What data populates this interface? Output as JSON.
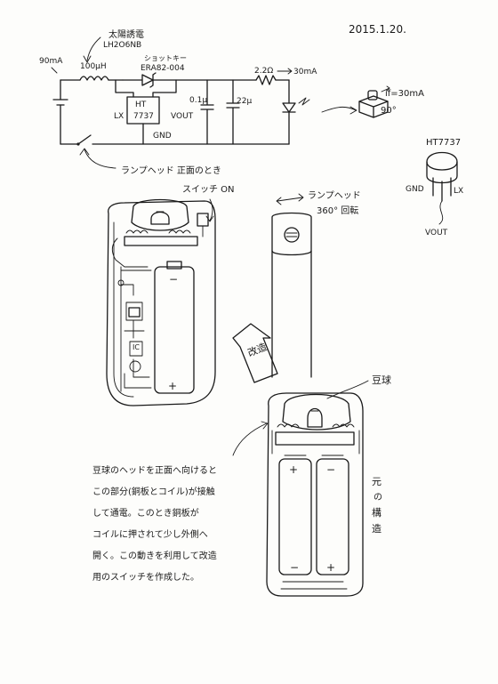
{
  "date": "2015.1.20.",
  "solar_label": "太陽誘電",
  "solar_part": "LH2O6NB",
  "input_current": "90mA",
  "inductor": "100μH",
  "diode_brand": "ショットキー",
  "diode_part": "ERA82-004",
  "ic_name": "HT",
  "ic_part": "7737",
  "pin_lx": "LX",
  "pin_vout": "VOUT",
  "pin_gnd": "GND",
  "cap1": "0.1μ",
  "cap2": "22μ",
  "resistor": "2.2Ω",
  "led_current": "30mA",
  "if_label": "if=30mA",
  "angle_label": "90°",
  "ic_title": "HT7737",
  "ic_gnd": "GND",
  "ic_lx": "LX",
  "ic_vout": "VOUT",
  "switch_note_line1": "ランプヘッド 正面のとき",
  "switch_note_line2": "スイッチ ON",
  "rotate_line1": "ランプヘッド",
  "rotate_line2": "360° 回転",
  "mod_label": "改造",
  "bulb_label": "豆球",
  "original_label": "元の構造",
  "plus": "+",
  "minus": "−",
  "ic_mark": "IC",
  "explain": [
    "豆球のヘッドを正面へ向けると",
    "この部分(銅板とコイル)が接触",
    "して通電。このとき銅板が",
    "コイルに押されて少し外側へ",
    "開く。この動きを利用して改造",
    "用のスイッチを作成した。"
  ]
}
